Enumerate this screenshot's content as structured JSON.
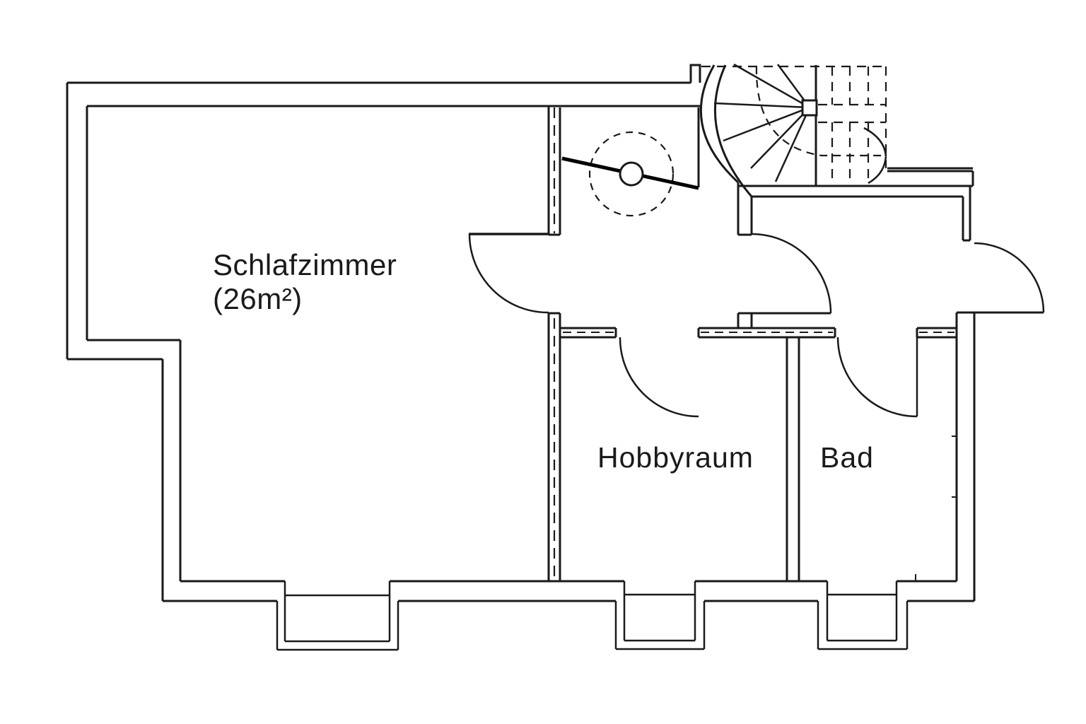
{
  "page": {
    "background_color": "#ffffff",
    "line_color": "#1a1a1a"
  },
  "floor_plan": {
    "type": "apartment-floor-plan",
    "rooms": [
      {
        "id": "schlafzimmer",
        "label": "Schlafzimmer",
        "area": "(26m²)"
      },
      {
        "id": "hobbyraum",
        "label": "Hobbyraum",
        "area": ""
      },
      {
        "id": "bad",
        "label": "Bad",
        "area": ""
      }
    ],
    "features": [
      "spiral-staircase-icon",
      "straight-stair-dashed-icon",
      "chimney-icon",
      "door-swing-arcs",
      "window-bays"
    ]
  },
  "labels": {
    "schlafzimmer": "Schlafzimmer",
    "schlafzimmer_area": "(26m²)",
    "hobbyraum": "Hobbyraum",
    "bad": "Bad"
  }
}
